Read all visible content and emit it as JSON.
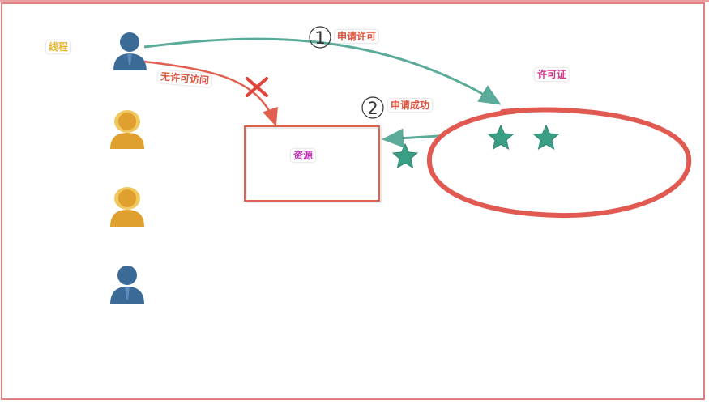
{
  "labels": {
    "thread": "线程",
    "request_permit": "申请许可",
    "no_permit_access": "无许可访问",
    "permit": "许可证",
    "request_success": "申请成功",
    "resource": "资源"
  },
  "step_numbers": {
    "step1": "1",
    "step2": "2"
  },
  "icons": {
    "thread1": "male-user-icon",
    "thread2": "female-user-icon",
    "thread3": "female-user-icon",
    "thread4": "male-user-icon",
    "permit_stars": "star-icon",
    "denied_mark": "cross-icon"
  },
  "colors": {
    "thread_label": "#e8b830",
    "request_permit": "#e0503c",
    "no_permit_access": "#e0503c",
    "permit": "#d4358a",
    "request_success": "#e0503c",
    "resource": "#c030b0",
    "teal_arrow": "#5aab9a",
    "red_arrow": "#e06050",
    "star": "#3a9e84",
    "permit_oval": "#e05a52",
    "male_user": "#3c6a96",
    "female_user": "#e0a030"
  }
}
